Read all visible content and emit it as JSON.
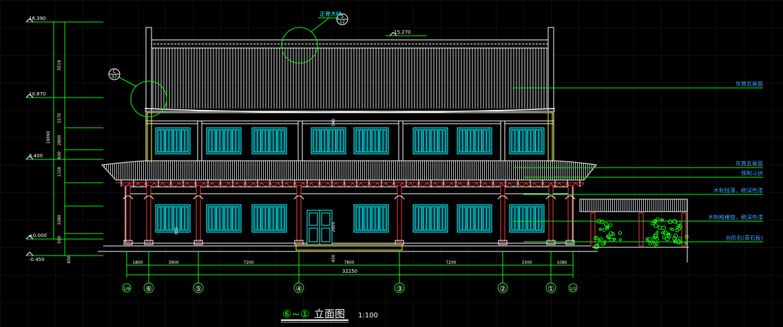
{
  "drawing": {
    "title_axes": "⑥~①",
    "title": "立面图",
    "scale": "1:100"
  },
  "levels": [
    {
      "label": "16.390"
    },
    {
      "label": "15.270"
    },
    {
      "label": "10.870"
    },
    {
      "label": "6.400"
    },
    {
      "label": "±0.000"
    },
    {
      "label": "-0.450"
    }
  ],
  "vertical_dims": [
    "5519",
    "1570",
    "2800",
    "600",
    "1100",
    "3380",
    "500",
    "19090",
    "450"
  ],
  "detail_markers": [
    {
      "label": "正脊大样",
      "num": "5",
      "sheet": "12"
    },
    {
      "label": "",
      "num": "C",
      "sheet": "07"
    }
  ],
  "horizontal_dims": [
    "1800",
    "3900",
    "7200",
    "7800",
    "7200",
    "3300",
    "1080"
  ],
  "total_dim": "32250",
  "axes": [
    "⑥",
    "⑤",
    "④",
    "③",
    "②",
    "①"
  ],
  "axes_sub": {
    "left": "1/6",
    "right": "1/1"
  },
  "annotations": [
    "灰筒瓦屋面",
    "灰筒瓦屋面",
    "预制斗拱",
    "木制挂落，刷深色漆",
    "木制格栅窗，刷深色漆",
    "台阶石(青石板)"
  ],
  "inner_dims": [
    "540",
    "2800",
    "300",
    "450"
  ],
  "colors": {
    "dim": "#00ff00",
    "wall": "#ffffff",
    "window": "#00ffff",
    "eave": "#ff3b3b",
    "note": "#3aa0ff",
    "trim": "#ffff00"
  }
}
